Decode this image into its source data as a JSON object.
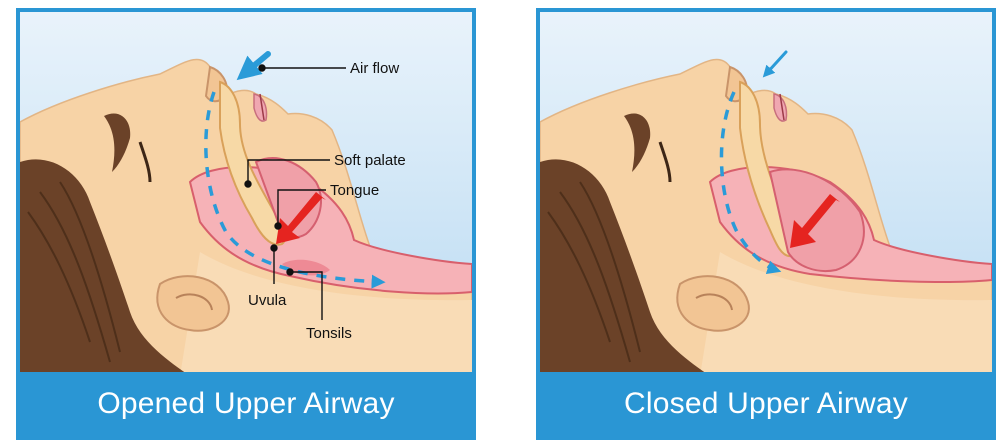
{
  "panels": [
    {
      "caption": "Opened Upper Airway"
    },
    {
      "caption": "Closed Upper Airway"
    }
  ],
  "labels": {
    "air_flow": "Air flow",
    "soft_palate": "Soft palate",
    "tongue": "Tongue",
    "uvula": "Uvula",
    "tonsils": "Tonsils"
  },
  "colors": {
    "frame": "#2a96d4",
    "sky": "#cfe6f7",
    "skin": "#f7d3a6",
    "hair": "#6b4228",
    "airway": "#f08b96",
    "airflow_arrow": "#2a9bd8",
    "pressure_arrow": "#e52420"
  }
}
